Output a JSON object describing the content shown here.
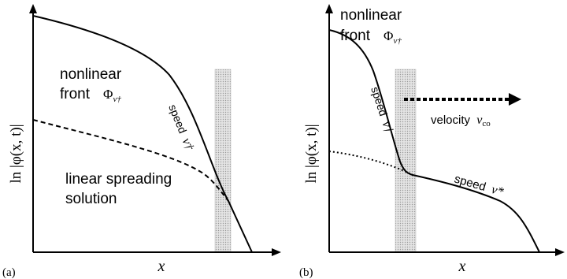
{
  "panel_a": {
    "panel_label": "(a)",
    "x_label": "x",
    "y_label": "ln |φ(x, t)|",
    "front_label_line1": "nonlinear",
    "front_label_line2": "front",
    "front_symbol": "Φ",
    "front_symbol_sub": "v†",
    "speed_label": "speed",
    "speed_symbol": "v†",
    "linear_label_line1": "linear spreading",
    "linear_label_line2": "solution"
  },
  "panel_b": {
    "panel_label": "(b)",
    "x_label": "x",
    "y_label": "ln |φ(x, t)|",
    "front_label_line1": "nonlinear",
    "front_label_line2": "front",
    "front_symbol": "Φ",
    "front_symbol_sub": "v†",
    "speed1_label": "speed",
    "speed1_symbol": "v†",
    "velocity_label": "velocity",
    "velocity_symbol": "v",
    "velocity_symbol_sub": "co",
    "speed2_label": "speed",
    "speed2_symbol": "v*"
  },
  "colors": {
    "ink": "#000000",
    "band": "#b8b8b8"
  }
}
